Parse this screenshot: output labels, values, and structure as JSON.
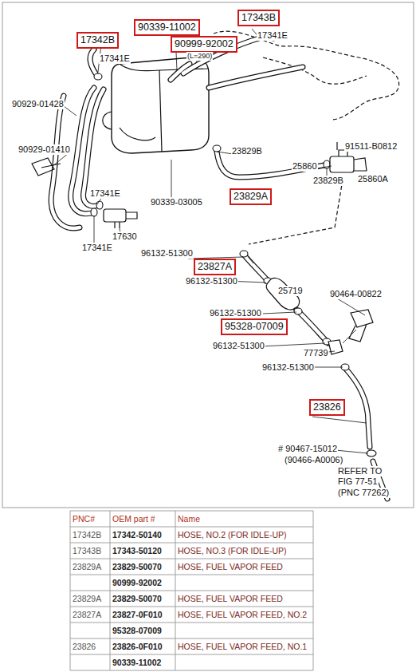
{
  "diagram": {
    "nodes": [
      {
        "text": [
          "17343B"
        ]
      },
      {
        "text": [
          "90339-11002"
        ]
      },
      {
        "text": [
          "17342B"
        ]
      },
      {
        "text": [
          "90999-92002"
        ]
      },
      {
        "text": [
          "23829A"
        ]
      },
      {
        "text": [
          "23827A"
        ]
      },
      {
        "text": [
          "95328-07009"
        ]
      },
      {
        "text": [
          "23826"
        ]
      }
    ],
    "labels": [
      "17341E",
      "(L=290)",
      "17341E",
      "90929-01428",
      "90929-01410",
      "17341E",
      "17630",
      "17341E",
      "91511-B0812",
      "23829B",
      "25860",
      "25860A",
      "23829B",
      "90339-03005",
      "96132-51300",
      "96132-51300",
      "25719",
      "90464-00822",
      "96132-51300",
      "96132-51300",
      "77739",
      "96132-51300",
      "# 90467-15012",
      "(90466-A0006)",
      "REFER TO",
      "FIG 77-51",
      "(PNC 77262)",
      "PNC#",
      "OEM part #",
      "Name",
      "17342B",
      "17342-50140",
      "HOSE, NO.2 (FOR IDLE-UP)",
      "17343B",
      "17343-50120",
      "HOSE, NO.3 (FOR IDLE-UP)",
      "23829A",
      "23829-50070",
      "HOSE, FUEL VAPOR FEED",
      "90999-92002",
      "23829A",
      "23829-50070",
      "HOSE, FUEL VAPOR FEED",
      "23827A",
      "23827-0F010",
      "HOSE, FUEL VAPOR FEED, NO.2",
      "95328-07009",
      "23826",
      "23826-0F010",
      "HOSE, FUEL VAPOR FEED, NO.1",
      "90339-11002"
    ]
  }
}
